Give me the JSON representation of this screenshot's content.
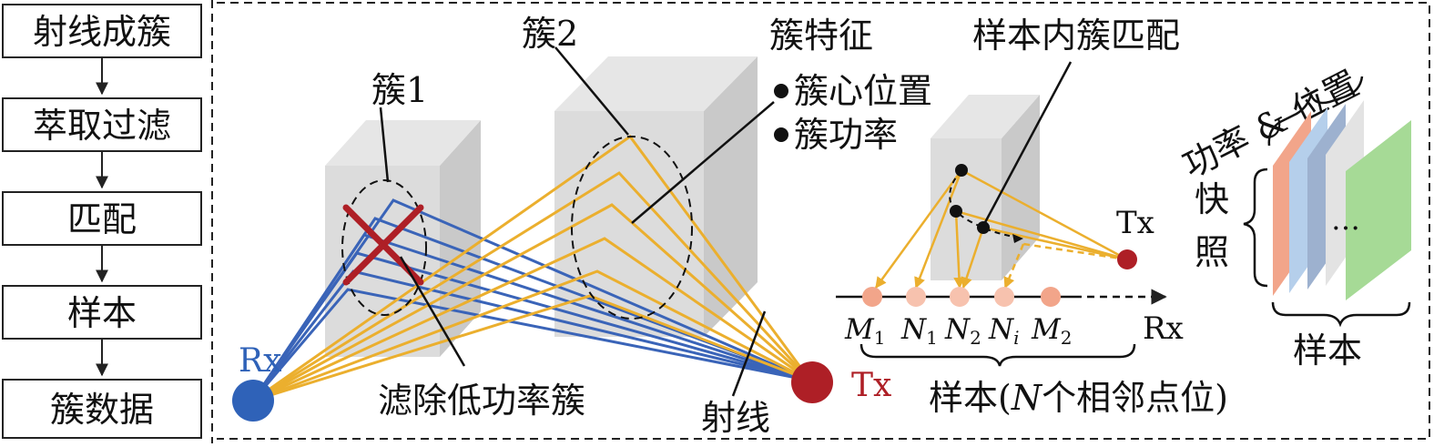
{
  "flow": {
    "steps": [
      "射线成簇",
      "萃取过滤",
      "匹配",
      "样本",
      "簇数据"
    ]
  },
  "scene": {
    "cluster1_label": "簇1",
    "cluster2_label": "簇2",
    "feature_title": "簇特征",
    "feature_bullets": [
      "簇心位置",
      "簇功率"
    ],
    "filter_label": "滤除低功率簇",
    "ray_label": "射线",
    "rx_label": "Rx",
    "tx_label": "Tx"
  },
  "sample": {
    "match_title": "样本内簇匹配",
    "tx_label": "Tx",
    "rx_label": "Rx",
    "points": [
      {
        "letter": "M",
        "sub": "1"
      },
      {
        "letter": "N",
        "sub": "1"
      },
      {
        "letter": "N",
        "sub": "2"
      },
      {
        "letter": "N",
        "sub": "i"
      },
      {
        "letter": "M",
        "sub": "2"
      }
    ],
    "caption_prefix": "样本(",
    "caption_italic": "N",
    "caption_suffix": "个相邻点位)"
  },
  "snapshot": {
    "top_label": "功率 & 位置",
    "side_label_1": "快",
    "side_label_2": "照",
    "ellipsis": "…",
    "bottom_label": "样本"
  },
  "colors": {
    "blue_ray": "#3A64B8",
    "orange_ray": "#EBAF2E",
    "red": "#AE1F26",
    "rx_blue": "#2F62B8",
    "peach": "#F2A58A",
    "point_light": "#F7C2AE"
  }
}
